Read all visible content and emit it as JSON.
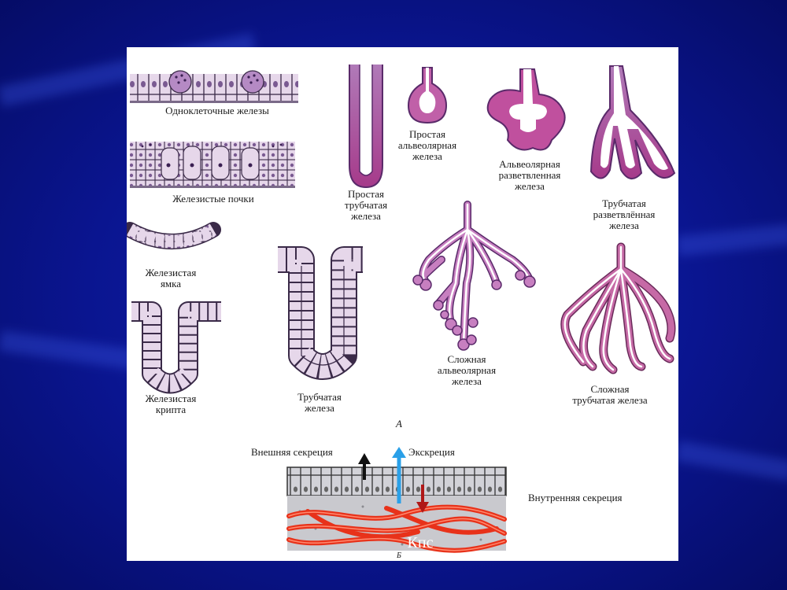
{
  "labels": {
    "unicellular": "Одноклеточные железы",
    "glandular_buds": "Железистые почки",
    "glandular_pit": "Железистая\nямка",
    "glandular_crypt": "Железистая\nкрипта",
    "simple_tubular": "Простая\nтрубчатая\nжелеза",
    "simple_alveolar": "Простая\nальвеолярная\nжелеза",
    "alveolar_branched": "Альвеолярная\nразветвленная\nжелеза",
    "tubular_branched": "Трубчатая\nразветвлённая\nжелеза",
    "tubular": "Трубчатая\nжелеза",
    "complex_alveolar": "Сложная\nальвеолярная\nжелеза",
    "complex_tubular": "Сложная\nтрубчатая  железа",
    "panel_a": "А",
    "external_secretion": "Внешняя секреция",
    "excretion": "Экскреция",
    "internal_secretion": "Внутренняя секреция",
    "kps": "Кпс",
    "panel_b": "Б"
  },
  "colors": {
    "slide_bg": "#0a1590",
    "gland_fill": "#c77fc0",
    "gland_dark": "#a2368d",
    "gland_light": "#e6cfe8",
    "cell_fill": "#d8c2e0",
    "vessel": "#e8321a",
    "arrow_black": "#111111",
    "arrow_blue": "#2aa0e8",
    "arrow_red": "#b01818"
  }
}
